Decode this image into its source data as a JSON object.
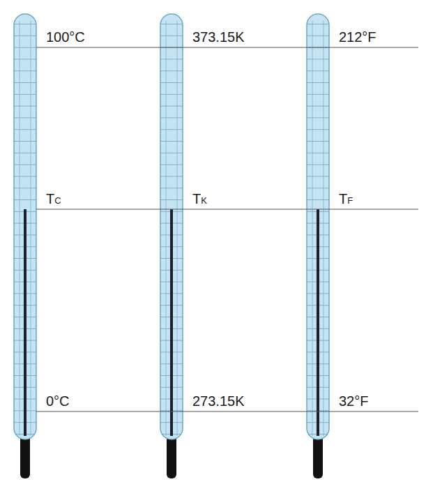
{
  "diagram": {
    "labels": [
      "100°C",
      "373.15K",
      "212°F",
      "TC",
      "TK",
      "TF",
      "0°C",
      "273.15K",
      "32°F"
    ]
  }
}
